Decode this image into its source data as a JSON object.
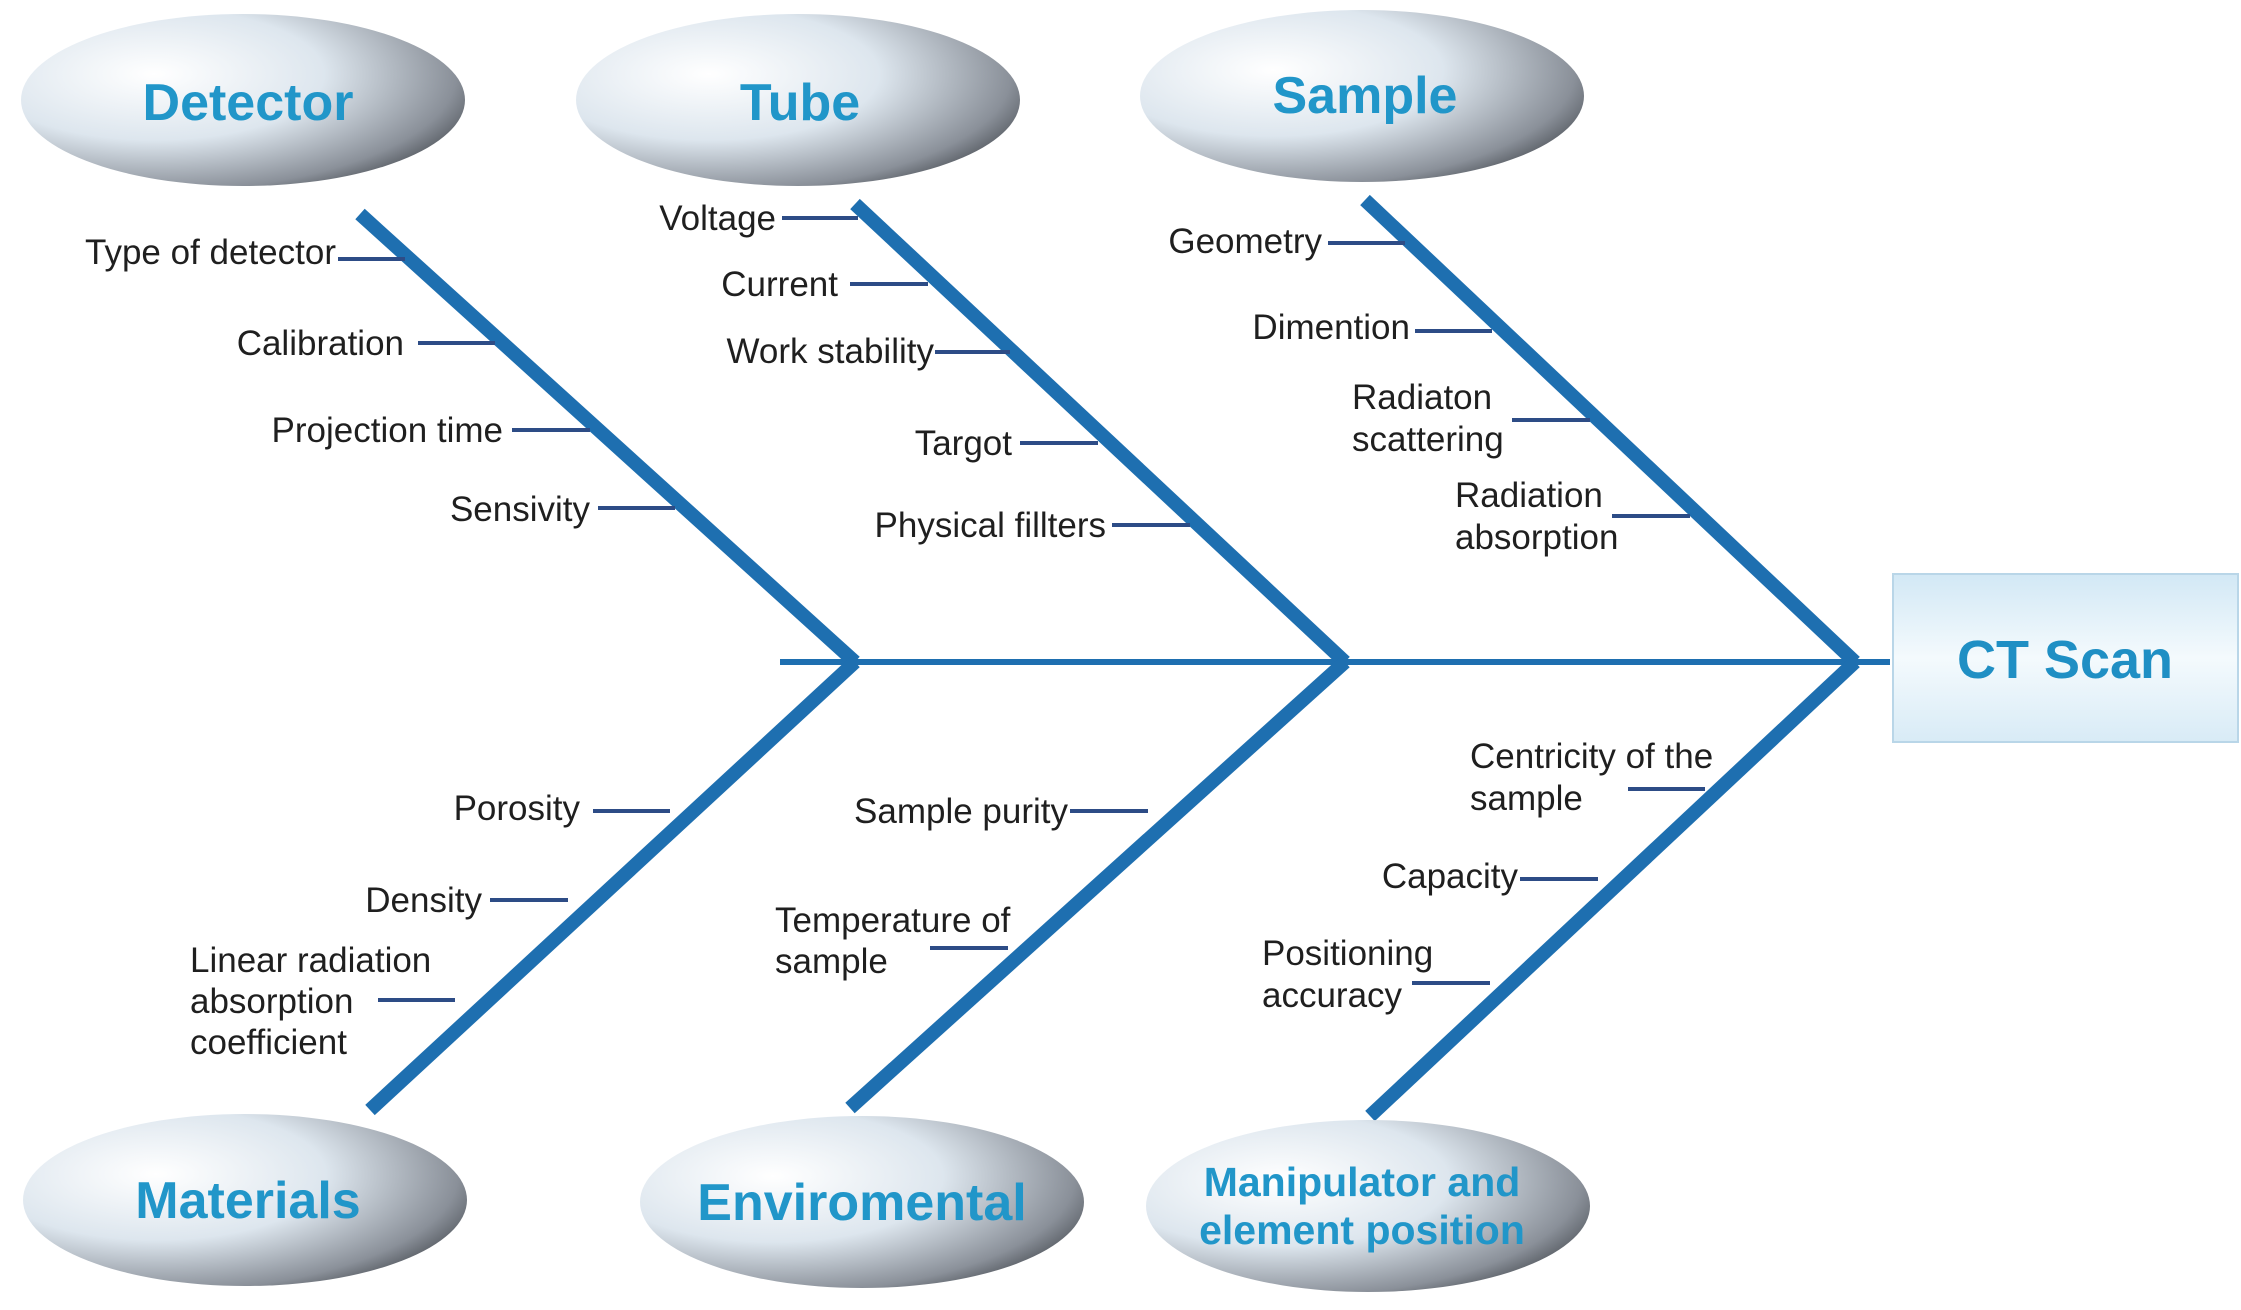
{
  "effect": "CT Scan",
  "categories": {
    "detector": {
      "label": "Detector",
      "causes": [
        "Type of detector",
        "Calibration",
        "Projection time",
        "Sensivity"
      ]
    },
    "tube": {
      "label": "Tube",
      "causes": [
        "Voltage",
        "Current",
        "Work stability",
        "Targot",
        "Physical fillters"
      ]
    },
    "sample": {
      "label": "Sample",
      "causes": [
        "Geometry",
        "Dimention",
        "Radiaton",
        "scattering",
        "Radiation",
        "absorption"
      ]
    },
    "materials": {
      "label": "Materials",
      "causes": [
        "Porosity",
        "Density",
        "Linear radiation",
        "absorption",
        "coefficient"
      ]
    },
    "enviromental": {
      "label": "Enviromental",
      "causes": [
        "Sample purity",
        "Temperature of",
        "sample"
      ]
    },
    "manipulator": {
      "label_line1": "Manipulator and",
      "label_line2": "element position",
      "causes": [
        "Centricity of the",
        "sample",
        "Capacity",
        "Positioning",
        "accuracy"
      ]
    }
  }
}
